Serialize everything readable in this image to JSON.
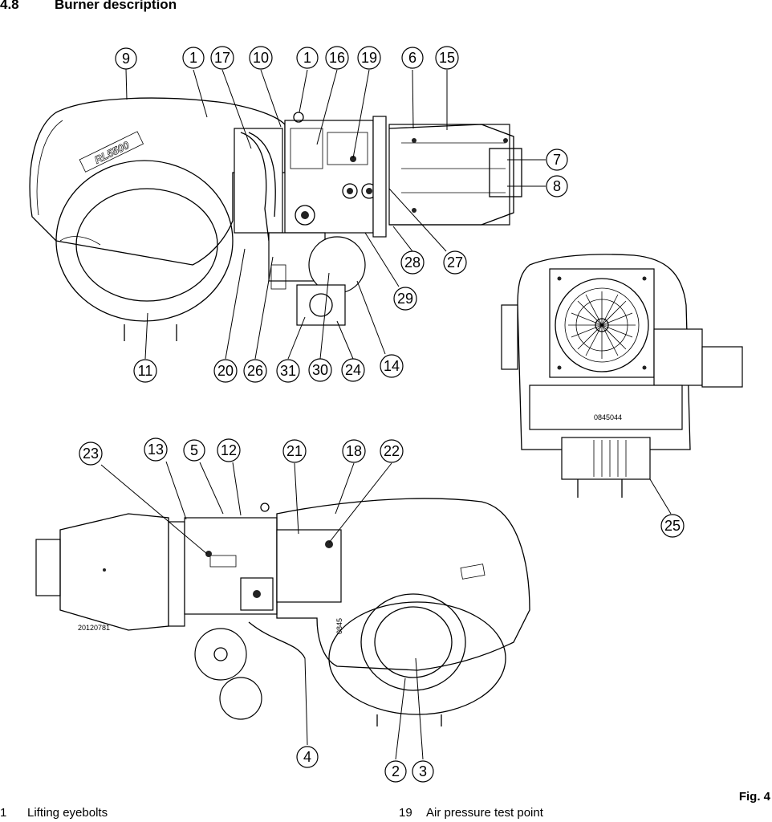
{
  "heading": {
    "number": "4.8",
    "title": "Burner description"
  },
  "model_badge": "RL5500",
  "drawing_codes": {
    "side_view": "20120781",
    "front_view": "0845044",
    "motor_plate": "0845"
  },
  "callouts": {
    "c1a": "1",
    "c1b": "1",
    "c2": "2",
    "c3": "3",
    "c4": "4",
    "c5": "5",
    "c6": "6",
    "c7": "7",
    "c8": "8",
    "c9": "9",
    "c10": "10",
    "c11": "11",
    "c12": "12",
    "c13": "13",
    "c14": "14",
    "c15": "15",
    "c16": "16",
    "c17": "17",
    "c18": "18",
    "c19": "19",
    "c20": "20",
    "c21": "21",
    "c22": "22",
    "c23": "23",
    "c24": "24",
    "c25": "25",
    "c26": "26",
    "c27": "27",
    "c28": "28",
    "c29": "29",
    "c30": "30",
    "c31": "31"
  },
  "figure_label": "Fig. 4",
  "legend": [
    {
      "number": "1",
      "text": "Lifting eyebolts"
    },
    {
      "number": "19",
      "text": "Air pressure test point"
    }
  ]
}
